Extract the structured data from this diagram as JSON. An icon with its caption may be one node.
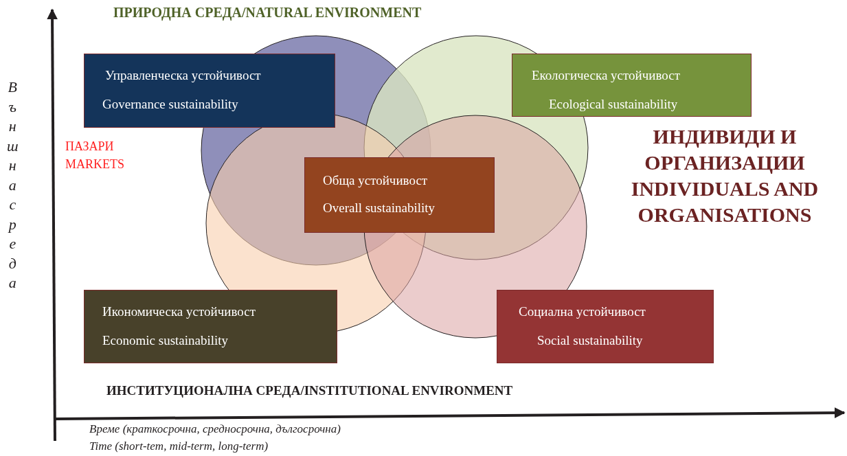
{
  "diagram": {
    "nodes": [
      {
        "text": [
          "Управленческа  устойчивост",
          "Governance sustainability"
        ]
      },
      {
        "text": [
          "Екологическа устойчивост",
          "Ecological sustainability"
        ]
      },
      {
        "text": [
          "Обща  устойчивост",
          "Overall sustainability"
        ]
      },
      {
        "text": [
          "Икономическа  устойчивост",
          "Economic sustainability"
        ]
      },
      {
        "text": [
          "Социална  устойчивост",
          "Social sustainability"
        ]
      }
    ],
    "labels": [
      "ПРИРОДНА СРЕДА/NATURAL ENVIRONMENT",
      "Външна среда",
      "ПАЗАРИ",
      "MARKETS",
      "ИНДИВИДИ И ОРГАНИЗАЦИИ",
      "INDIVIDUALS AND ORGANISATIONS",
      "ИНСТИТУЦИОНАЛНА  СРЕДА/INSTITUTIONAL ENVIRONMENT",
      "Време (краткосрочна, средносрочна, дългосрочна)",
      "Time (short-tem, mid-term, long-term)"
    ]
  }
}
